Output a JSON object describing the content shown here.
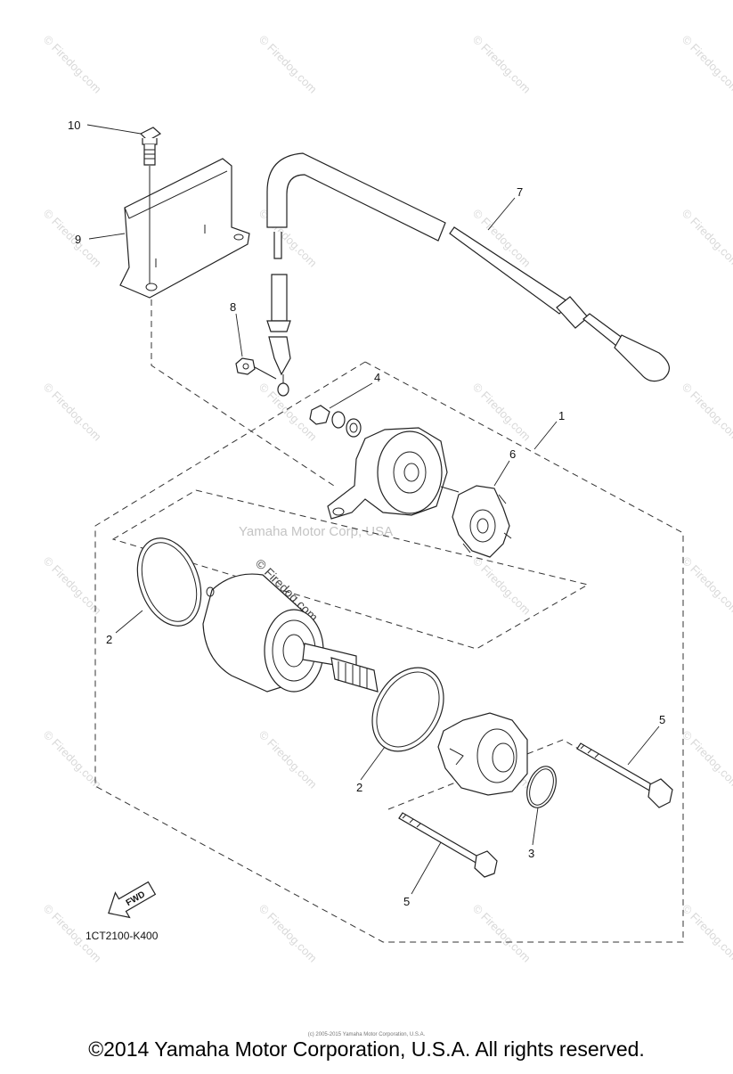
{
  "watermarks": {
    "site_mark": "© Firedog.com",
    "center_mark": "Yamaha Motor Corp, USA"
  },
  "callouts": {
    "c1": "1",
    "c2a": "2",
    "c2b": "2",
    "c3": "3",
    "c4": "4",
    "c5a": "5",
    "c5b": "5",
    "c6": "6",
    "c7": "7",
    "c8": "8",
    "c9": "9",
    "c10": "10"
  },
  "diagram_code": "1CT2100-K400",
  "fwd_label": "FWD",
  "footer": {
    "copyright": "©2014 Yamaha Motor Corporation, U.S.A. All rights reserved.",
    "fine_print": "(c) 2005-2015 Yamaha Motor Corporation, U.S.A."
  }
}
